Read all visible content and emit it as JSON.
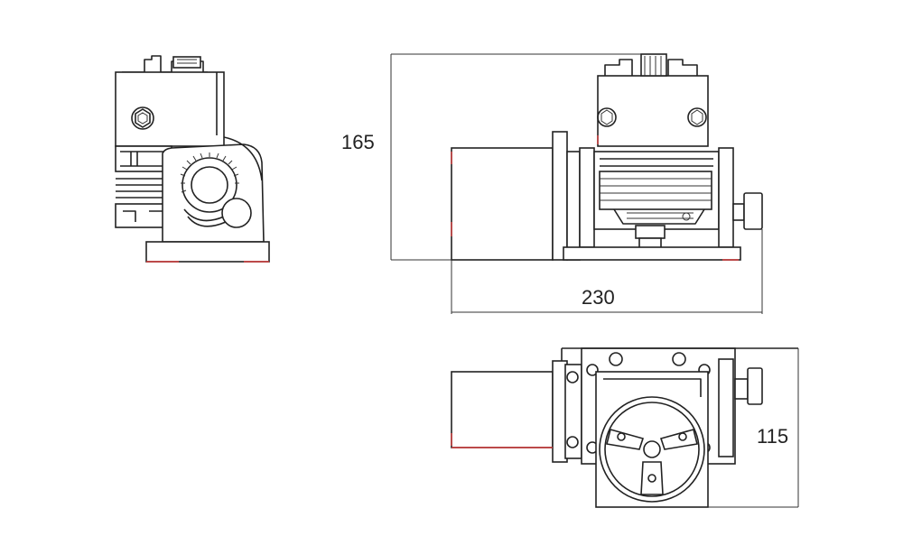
{
  "dimensions": {
    "height": "165",
    "length": "230",
    "width": "115"
  },
  "colors": {
    "line": "#222222",
    "accent": "#d23a3a",
    "background": "#ffffff"
  }
}
